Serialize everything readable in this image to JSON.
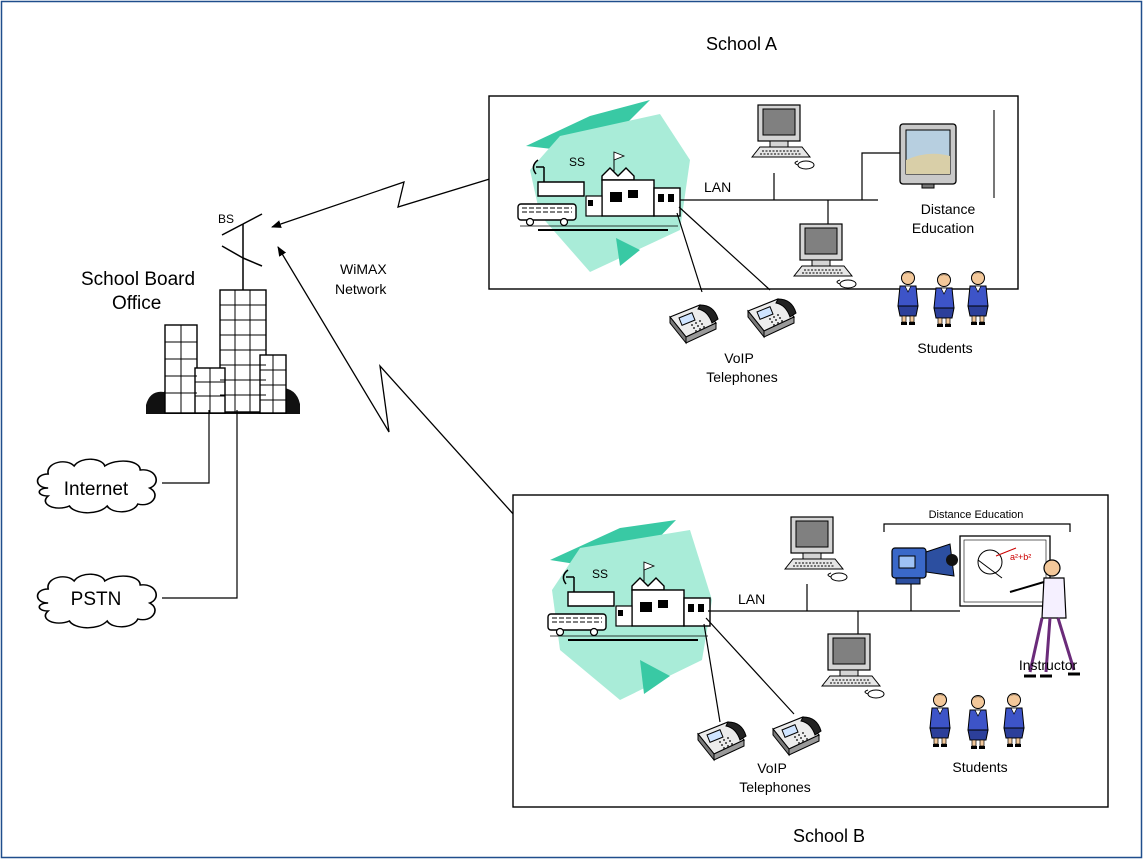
{
  "colors": {
    "frame_border": "#1f4e8c",
    "building_overlay": "#a9ecd8",
    "building_overlay_dark": "#39c9a4",
    "monitor_screen": "#808080",
    "tv_screen": "#b7cfe0",
    "camera_blue": "#3a68c8",
    "student_uniform": "#3d54c8",
    "student_skin_tone": "#f3c89a",
    "cloud_fill": "#ffffff"
  },
  "board_office": {
    "bs_label": "BS",
    "title_line1": "School Board",
    "title_line2": "Office"
  },
  "clouds": [
    {
      "label": "Internet"
    },
    {
      "label": "PSTN"
    }
  ],
  "network": {
    "label_line1": "WiMAX",
    "label_line2": "Network"
  },
  "school_a": {
    "title": "School A",
    "ss_label": "SS",
    "lan_label": "LAN",
    "distance_line1": "Distance",
    "distance_line2": "Education",
    "students_label": "Students",
    "voip_line1": "VoIP",
    "voip_line2": "Telephones"
  },
  "school_b": {
    "title": "School B",
    "ss_label": "SS",
    "lan_label": "LAN",
    "distance_label": "Distance Education",
    "instructor_label": "Instructor",
    "students_label": "Students",
    "voip_line1": "VoIP",
    "voip_line2": "Telephones"
  },
  "icons": [
    "base-station-antenna-icon",
    "office-building-icon",
    "cloud-icon",
    "school-building-icon",
    "desktop-computer-icon",
    "tv-monitor-icon",
    "voip-phone-icon",
    "students-icon",
    "video-camera-icon",
    "whiteboard-icon",
    "instructor-icon"
  ]
}
